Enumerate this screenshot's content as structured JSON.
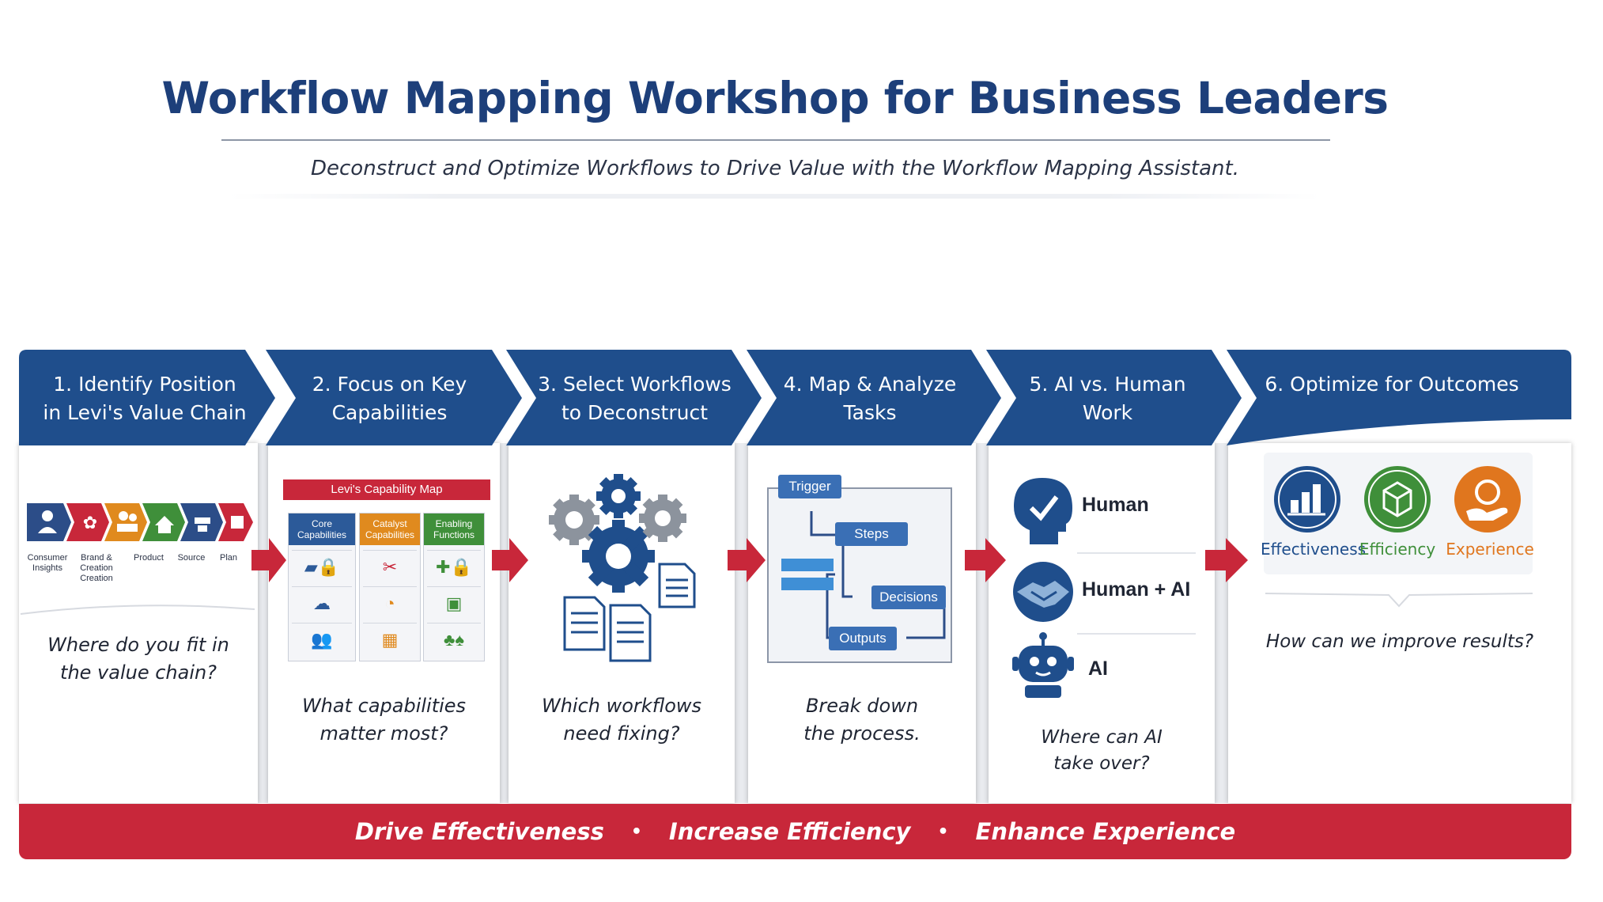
{
  "title": "Workflow Mapping Workshop for Business Leaders",
  "subtitle": "Deconstruct and Optimize Workflows to Drive Value with the Workflow Mapping Assistant.",
  "colors": {
    "header_blue": "#1f4e8c",
    "footer_red": "#c8273a",
    "arrow_red": "#c8273a"
  },
  "steps": [
    {
      "label_line1": "1. Identify Position",
      "label_line2": "in Levi's Value Chain",
      "question_line1": "Where do you fit in",
      "question_line2": "the value chain?",
      "chain": [
        "Consumer Insights",
        "Brand & Creation Creation",
        "Product",
        "Source",
        "Plan"
      ]
    },
    {
      "label_line1": "2. Focus on Key",
      "label_line2": "Capabilities",
      "question_line1": "What capabilities",
      "question_line2": "matter most?",
      "map_title": "Levi's Capability Map",
      "columns": [
        "Core Capabilities",
        "Catalyst Capabilities",
        "Enabling Functions"
      ]
    },
    {
      "label_line1": "3. Select Workflows",
      "label_line2": "to Deconstruct",
      "question_line1": "Which workflows",
      "question_line2": "need fixing?"
    },
    {
      "label_line1": "4. Map & Analyze",
      "label_line2": "Tasks",
      "question_line1": "Break down",
      "question_line2": "the process.",
      "flow": [
        "Trigger",
        "Steps",
        "Decisions",
        "Outputs"
      ]
    },
    {
      "label_line1": "5. AI vs. Human",
      "label_line2": "Work",
      "question_line1": "Where can AI",
      "question_line2": "take over?",
      "roles": [
        "Human",
        "Human + AI",
        "AI"
      ]
    },
    {
      "label_line1": "6. Optimize for Outcomes",
      "label_line2": "",
      "question_line1": "How can we improve results?",
      "question_line2": "",
      "outcomes": [
        "Effectiveness",
        "Efficiency",
        "Experience"
      ]
    }
  ],
  "footer": {
    "item1": "Drive Effectiveness",
    "item2": "Increase Efficiency",
    "item3": "Enhance Experience",
    "separator": "•"
  }
}
